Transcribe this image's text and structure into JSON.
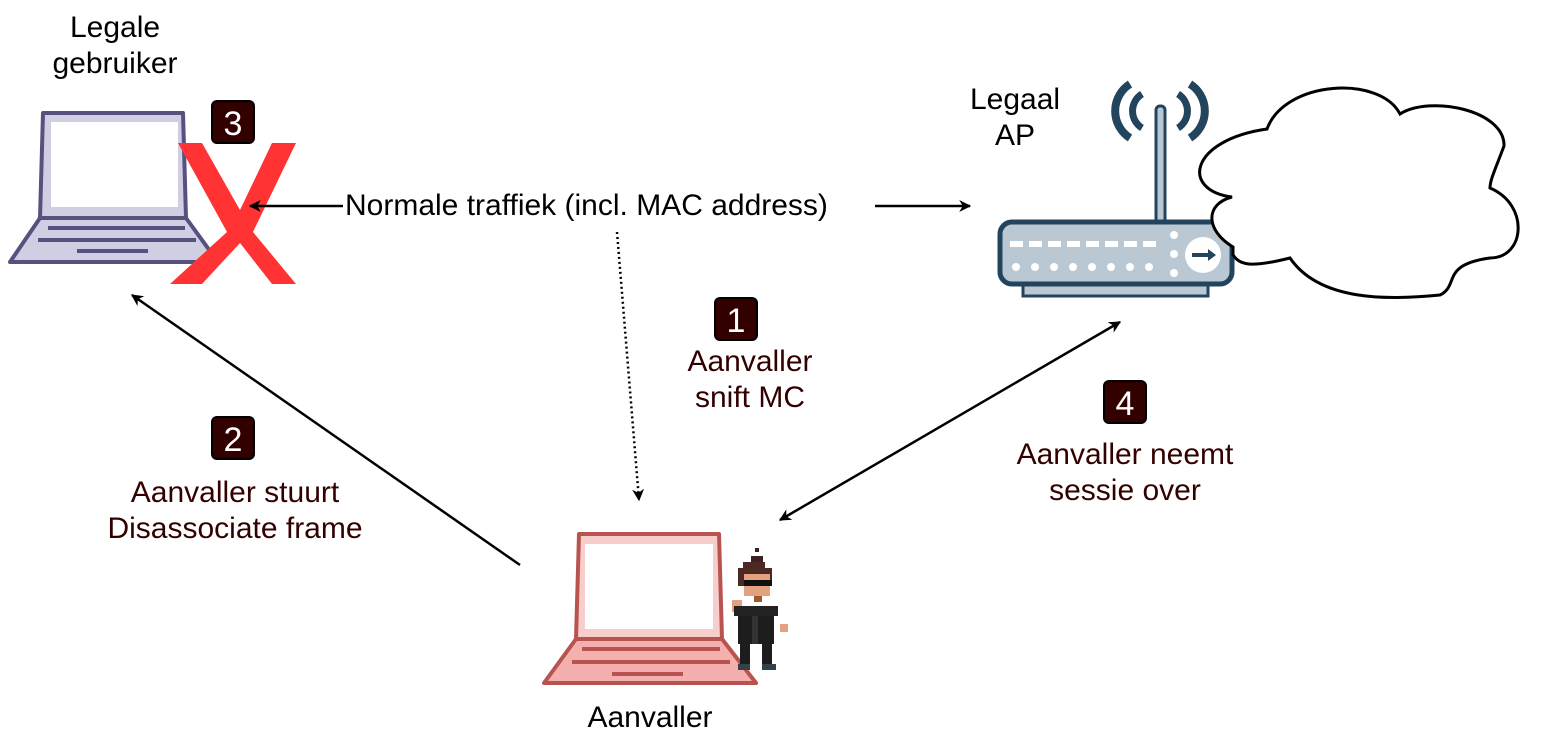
{
  "nodes": {
    "legit_user": {
      "label_line1": "Legale",
      "label_line2": "gebruiker",
      "color_fill": "#d0cee2",
      "color_stroke": "#56517e"
    },
    "legit_ap": {
      "label_line1": "Legaal",
      "label_line2": "AP",
      "color_fill": "#bac8d3",
      "color_stroke": "#23445d"
    },
    "attacker": {
      "label": "Aanvaller",
      "color_fill": "#f8cecc",
      "color_stroke": "#b85450"
    },
    "cloud": {
      "label": ""
    }
  },
  "edges": {
    "normal_traffic": {
      "label": "Normale traffiek (incl. MAC address)"
    }
  },
  "steps": [
    {
      "number": "1",
      "line1": "Aanvaller",
      "line2": "snift MC"
    },
    {
      "number": "2",
      "line1": "Aanvaller stuurt",
      "line2": "Disassociate frame"
    },
    {
      "number": "3",
      "line1": "",
      "line2": ""
    },
    {
      "number": "4",
      "line1": "Aanvaller neemt",
      "line2": "sessie over"
    }
  ],
  "colors": {
    "step_text": "#330000",
    "badge_bg": "#330000",
    "cross": "#ff3333"
  }
}
